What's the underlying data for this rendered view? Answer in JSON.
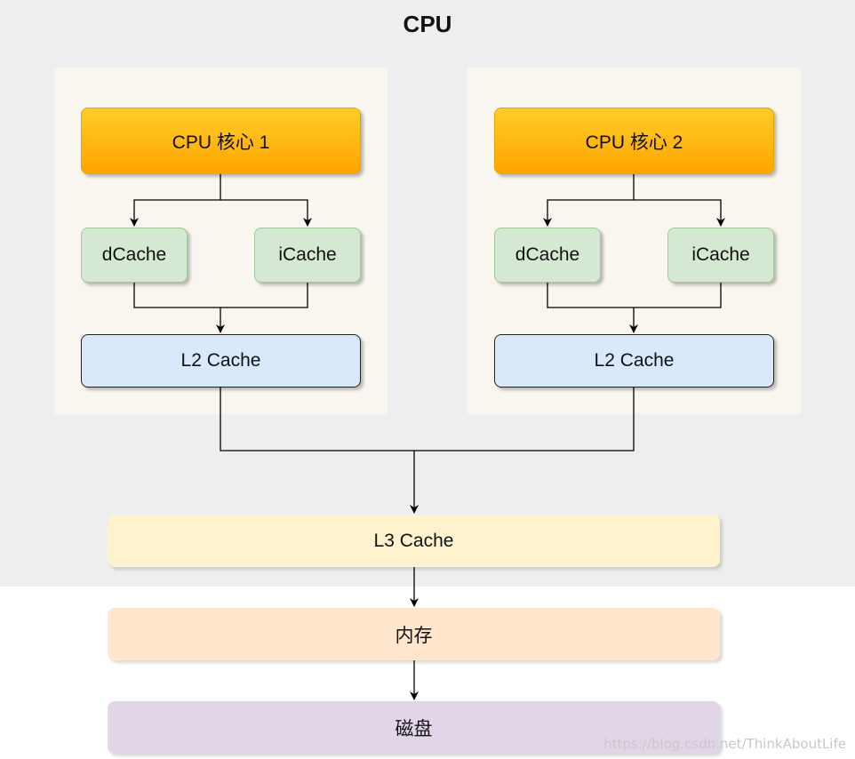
{
  "cpu": {
    "title": "CPU",
    "cores": [
      {
        "core_label": "CPU 核心 1",
        "dcache_label": "dCache",
        "icache_label": "iCache",
        "l2_label": "L2 Cache"
      },
      {
        "core_label": "CPU 核心 2",
        "dcache_label": "dCache",
        "icache_label": "iCache",
        "l2_label": "L2 Cache"
      }
    ],
    "l3_label": "L3 Cache"
  },
  "memory_label": "内存",
  "disk_label": "磁盘",
  "watermark": "https://blog.csdn.net/ThinkAboutLife",
  "colors": {
    "cpu_background": "#eeeeee",
    "core_panel": "#f8f6ef",
    "core_box": "#ffb400",
    "l1_cache": "#d5e8d4",
    "l2_cache": "#dae8fc",
    "l3_cache": "#fff2cc",
    "memory": "#ffe6cc",
    "disk": "#e1d5e7"
  }
}
